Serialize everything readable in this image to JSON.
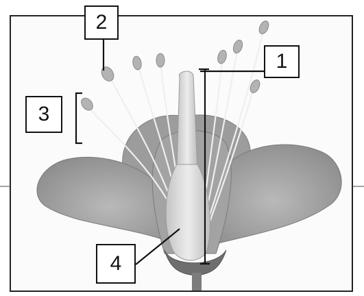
{
  "diagram": {
    "colors": {
      "frame": "#222222",
      "petal": "#a6a6a6",
      "petal_shadow": "#7a7a7a",
      "pistil": "#d8d8d8",
      "anther": "#b5b5b5",
      "filament": "#eeeeee",
      "leader": "#111111"
    },
    "labels": {
      "one": "1",
      "two": "2",
      "three": "3",
      "four": "4"
    }
  }
}
